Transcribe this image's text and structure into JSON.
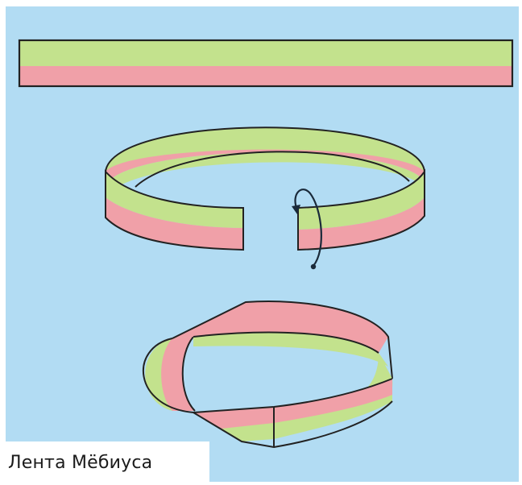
{
  "diagram": {
    "caption": "Лента Мёбиуса",
    "colors": {
      "background": "#b2dcf3",
      "green_stripe": "#c3e28d",
      "pink_stripe": "#f0a0a8",
      "outline": "#222222",
      "arrow": "#1a2a3a"
    },
    "stages": [
      {
        "name": "flat-strip"
      },
      {
        "name": "open-ring-with-twist-arrow"
      },
      {
        "name": "mobius-strip"
      }
    ]
  }
}
